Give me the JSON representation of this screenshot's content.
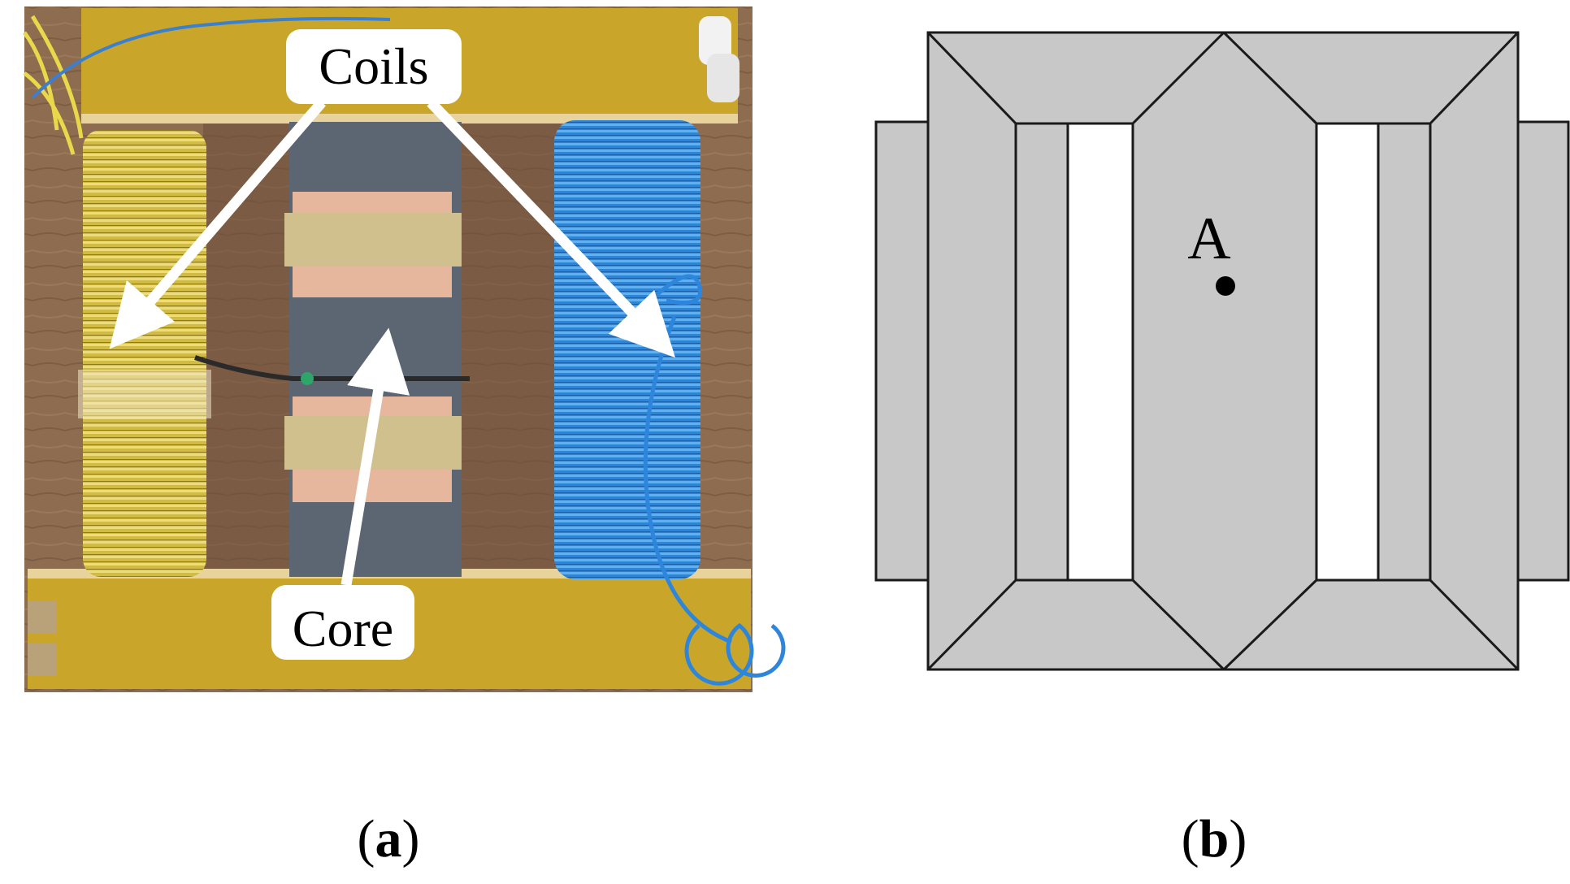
{
  "panel_a": {
    "callouts": {
      "coils": "Coils",
      "core": "Core"
    },
    "caption": {
      "open": "(",
      "letter": "a",
      "close": ")"
    }
  },
  "panel_b": {
    "point_label": "A",
    "caption": {
      "open": "(",
      "letter": "b",
      "close": ")"
    }
  },
  "colors": {
    "core_fill": "#c8c8c8",
    "core_stroke": "#1a1a1a",
    "window_fill": "#ffffff",
    "coil_yellow": "#d8c24a",
    "coil_blue": "#2f8fe0",
    "photo_core_grey": "#5b6470",
    "frame_yellow": "#c9a62a",
    "wood_background": "#8a6a4e"
  }
}
